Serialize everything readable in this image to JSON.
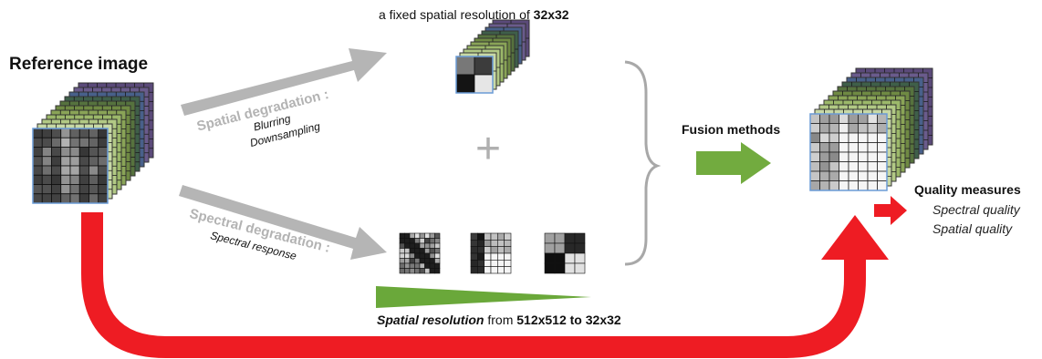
{
  "labels": {
    "reference_image": "Reference image",
    "top_caption_prefix": "a fixed spatial resolution of ",
    "top_caption_value": "32x32",
    "spatial_degradation": {
      "title": "Spatial degradation :",
      "items": [
        "Blurring",
        "Downsampling"
      ]
    },
    "spectral_degradation": {
      "title": "Spectral degradation :",
      "items": [
        "Spectral response"
      ]
    },
    "plus": "+",
    "fusion_methods": "Fusion methods",
    "quality_measures": {
      "title": "Quality measures",
      "items": [
        "Spectral quality",
        "Spatial quality"
      ]
    },
    "bottom_caption": {
      "italic": "Spatial resolution",
      "middle": " from ",
      "bold": "512x512 to 32x32"
    }
  },
  "colors": {
    "gray_arrow": "#b5b5b5",
    "green_arrow": "#72ab3f",
    "red_arrow": "#ee1c23",
    "brace": "#a8a8a8"
  },
  "icons": [
    "image-stack-icon",
    "grid-image-icon",
    "brace-icon",
    "arrow-icon",
    "wedge-icon"
  ]
}
